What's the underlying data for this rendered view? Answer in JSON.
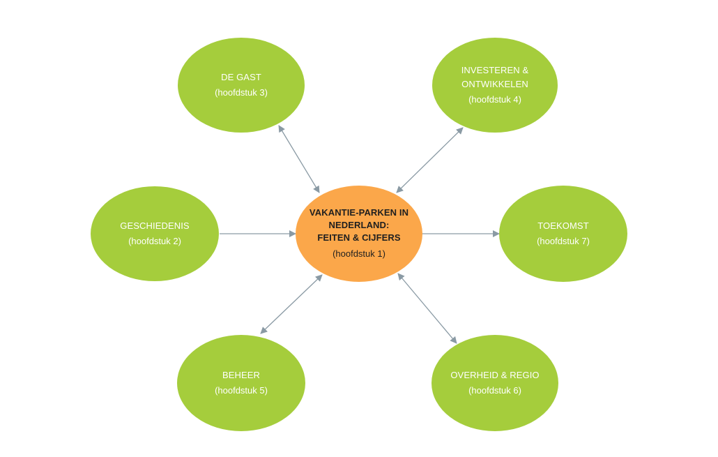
{
  "colors": {
    "satellite": "#a5cd3c",
    "center": "#fba74a",
    "arrow": "#8a9aa4",
    "satellite_text": "#ffffff",
    "center_text": "#1f1f1f"
  },
  "center": {
    "title": "VAKANTIE-PARKEN IN\nNEDERLAND:\nFEITEN & CIJFERS",
    "sub": "(hoofdstuk 1)"
  },
  "satellites": [
    {
      "title": "DE GAST",
      "sub": "(hoofdstuk 3)"
    },
    {
      "title": "INVESTEREN &\nONTWIKKELEN",
      "sub": "(hoofdstuk 4)"
    },
    {
      "title": "GESCHIEDENIS",
      "sub": "(hoofdstuk 2)"
    },
    {
      "title": "TOEKOMST",
      "sub": "(hoofdstuk 7)"
    },
    {
      "title": "BEHEER",
      "sub": "(hoofdstuk 5)"
    },
    {
      "title": "OVERHEID & REGIO",
      "sub": "(hoofdstuk 6)"
    }
  ],
  "links": [
    {
      "from": "de-gast",
      "to": "center",
      "direction": "both"
    },
    {
      "from": "investeren",
      "to": "center",
      "direction": "both"
    },
    {
      "from": "geschiedenis",
      "to": "center",
      "direction": "to-center"
    },
    {
      "from": "center",
      "to": "toekomst",
      "direction": "from-center"
    },
    {
      "from": "beheer",
      "to": "center",
      "direction": "both"
    },
    {
      "from": "overheid",
      "to": "center",
      "direction": "both"
    }
  ]
}
